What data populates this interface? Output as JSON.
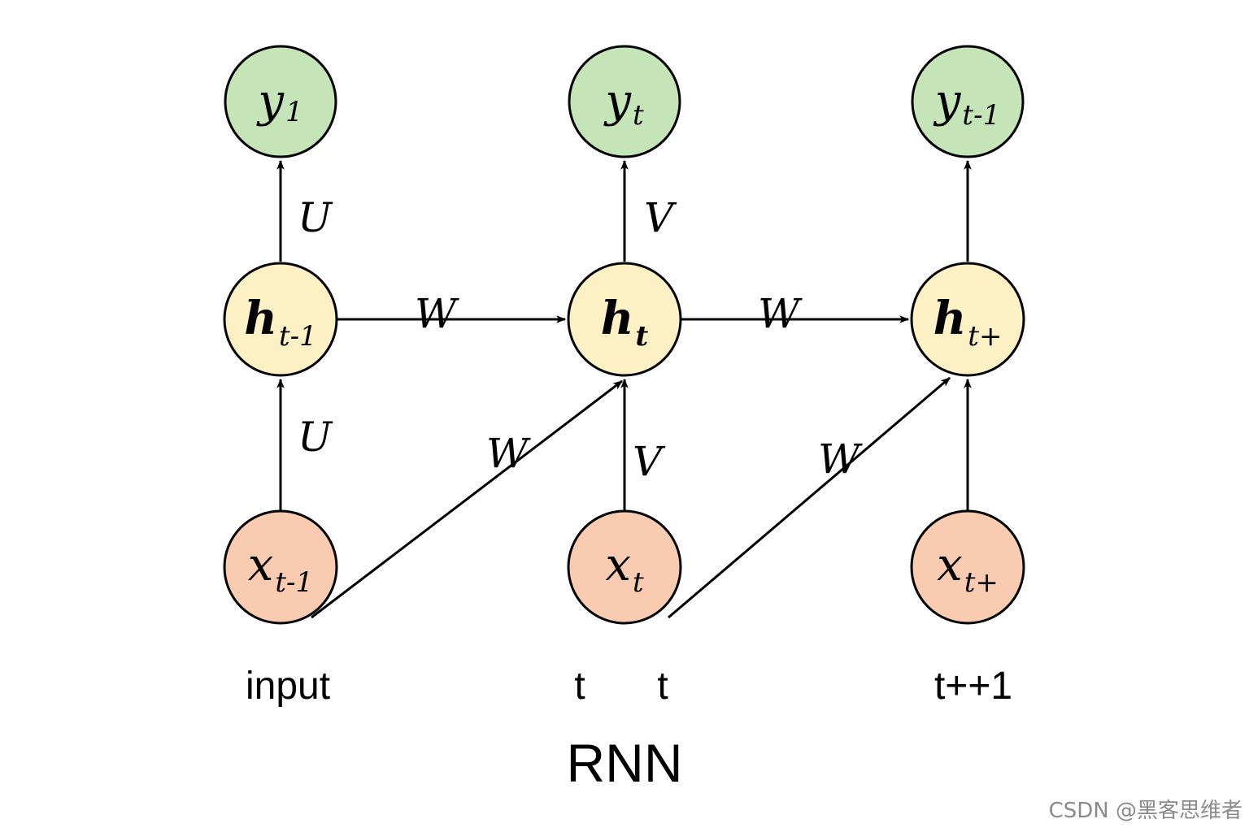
{
  "colors": {
    "output_fill": "#c5e5b8",
    "hidden_fill": "#fdf0c5",
    "input_fill": "#f9cbb0"
  },
  "nodes": {
    "y1": {
      "main": "y",
      "sub": "1"
    },
    "yt": {
      "main": "y",
      "sub": "t"
    },
    "yt1": {
      "main": "y",
      "sub": "t-1"
    },
    "ht1": {
      "main": "h",
      "sub": "t-1"
    },
    "ht": {
      "main": "h",
      "sub": "t"
    },
    "htp": {
      "main": "h",
      "sub": "t+"
    },
    "xt1": {
      "main": "x",
      "sub": "t-1"
    },
    "xt": {
      "main": "x",
      "sub": "t"
    },
    "xtp": {
      "main": "x",
      "sub": "t+"
    }
  },
  "weights": {
    "u_top": "U",
    "v_top": "V",
    "w_h1": "W",
    "w_h2": "W",
    "u_bottom": "U",
    "w_diag1": "W",
    "v_bottom": "V",
    "w_diag2": "W"
  },
  "time_labels": {
    "input": "input",
    "t_left": "t",
    "t_right": "t",
    "t_next": "t++1"
  },
  "title": "RNN",
  "watermark": "CSDN @黑客思维者"
}
